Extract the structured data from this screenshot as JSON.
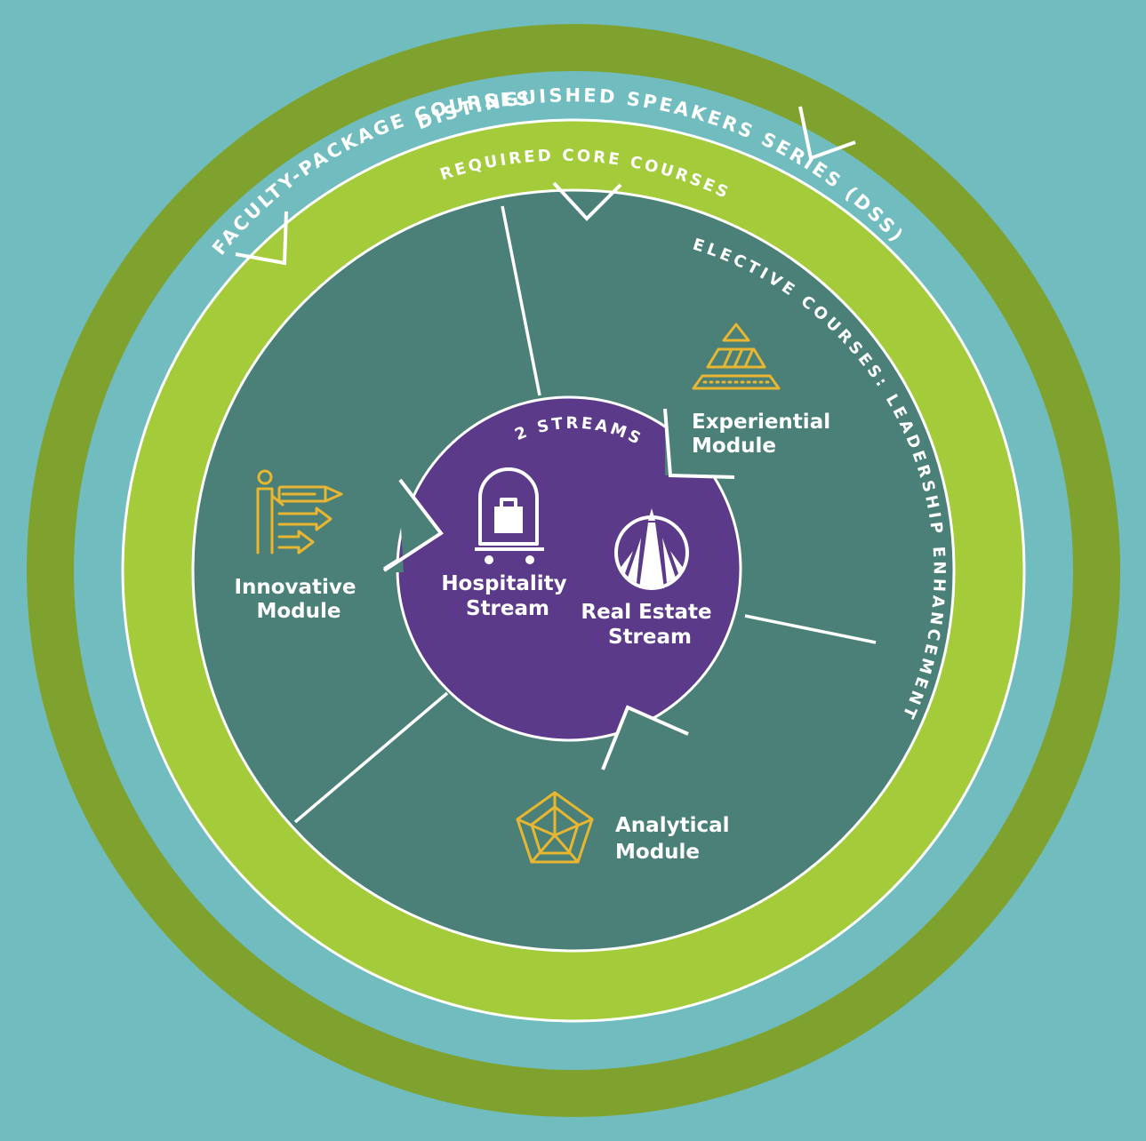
{
  "rings": {
    "outer": "DISTINGUISHED SPEAKERS SERIES (DSS)",
    "faculty": "FACULTY-PACKAGE COURSES",
    "core": "REQUIRED CORE COURSES",
    "elective": "ELECTIVE COURSES: LEADERSHIP ENHANCEMENT"
  },
  "center": {
    "title": "2 STREAMS",
    "hospitality": {
      "line1": "Hospitality",
      "line2": "Stream",
      "icon": "luggage-cart-icon"
    },
    "realestate": {
      "line1": "Real Estate",
      "line2": "Stream",
      "icon": "skyscraper-icon"
    }
  },
  "modules": {
    "innovative": {
      "line1": "Innovative",
      "line2": "Module",
      "icon": "presenter-arrows-icon"
    },
    "experiential": {
      "line1": "Experiential",
      "line2": "Module",
      "icon": "pyramid-icon"
    },
    "analytical": {
      "line1": "Analytical",
      "line2": "Module",
      "icon": "radar-pentagon-icon"
    }
  },
  "colors": {
    "background": "#70bcbe",
    "outer_ring": "#7fa22f",
    "core_ring": "#a3cb3a",
    "elective_area": "#4a8078",
    "streams_circle": "#5c3a8a",
    "icon": "#e8b630",
    "text": "#ffffff"
  }
}
